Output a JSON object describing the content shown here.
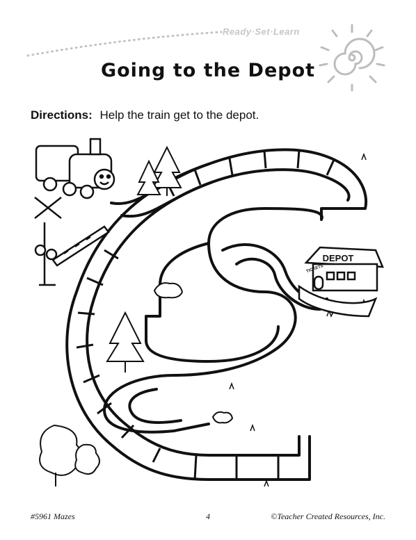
{
  "brand": {
    "text": "Ready·Set·Learn"
  },
  "title": "Going to the Depot",
  "directions": {
    "label": "Directions:",
    "text": "Help the train get to the depot."
  },
  "maze": {
    "depot_sign": "DEPOT",
    "ticket_sign": "TICKETS"
  },
  "footer": {
    "left": "#5961 Mazes",
    "page_number": "4",
    "right": "©Teacher Created Resources, Inc."
  }
}
